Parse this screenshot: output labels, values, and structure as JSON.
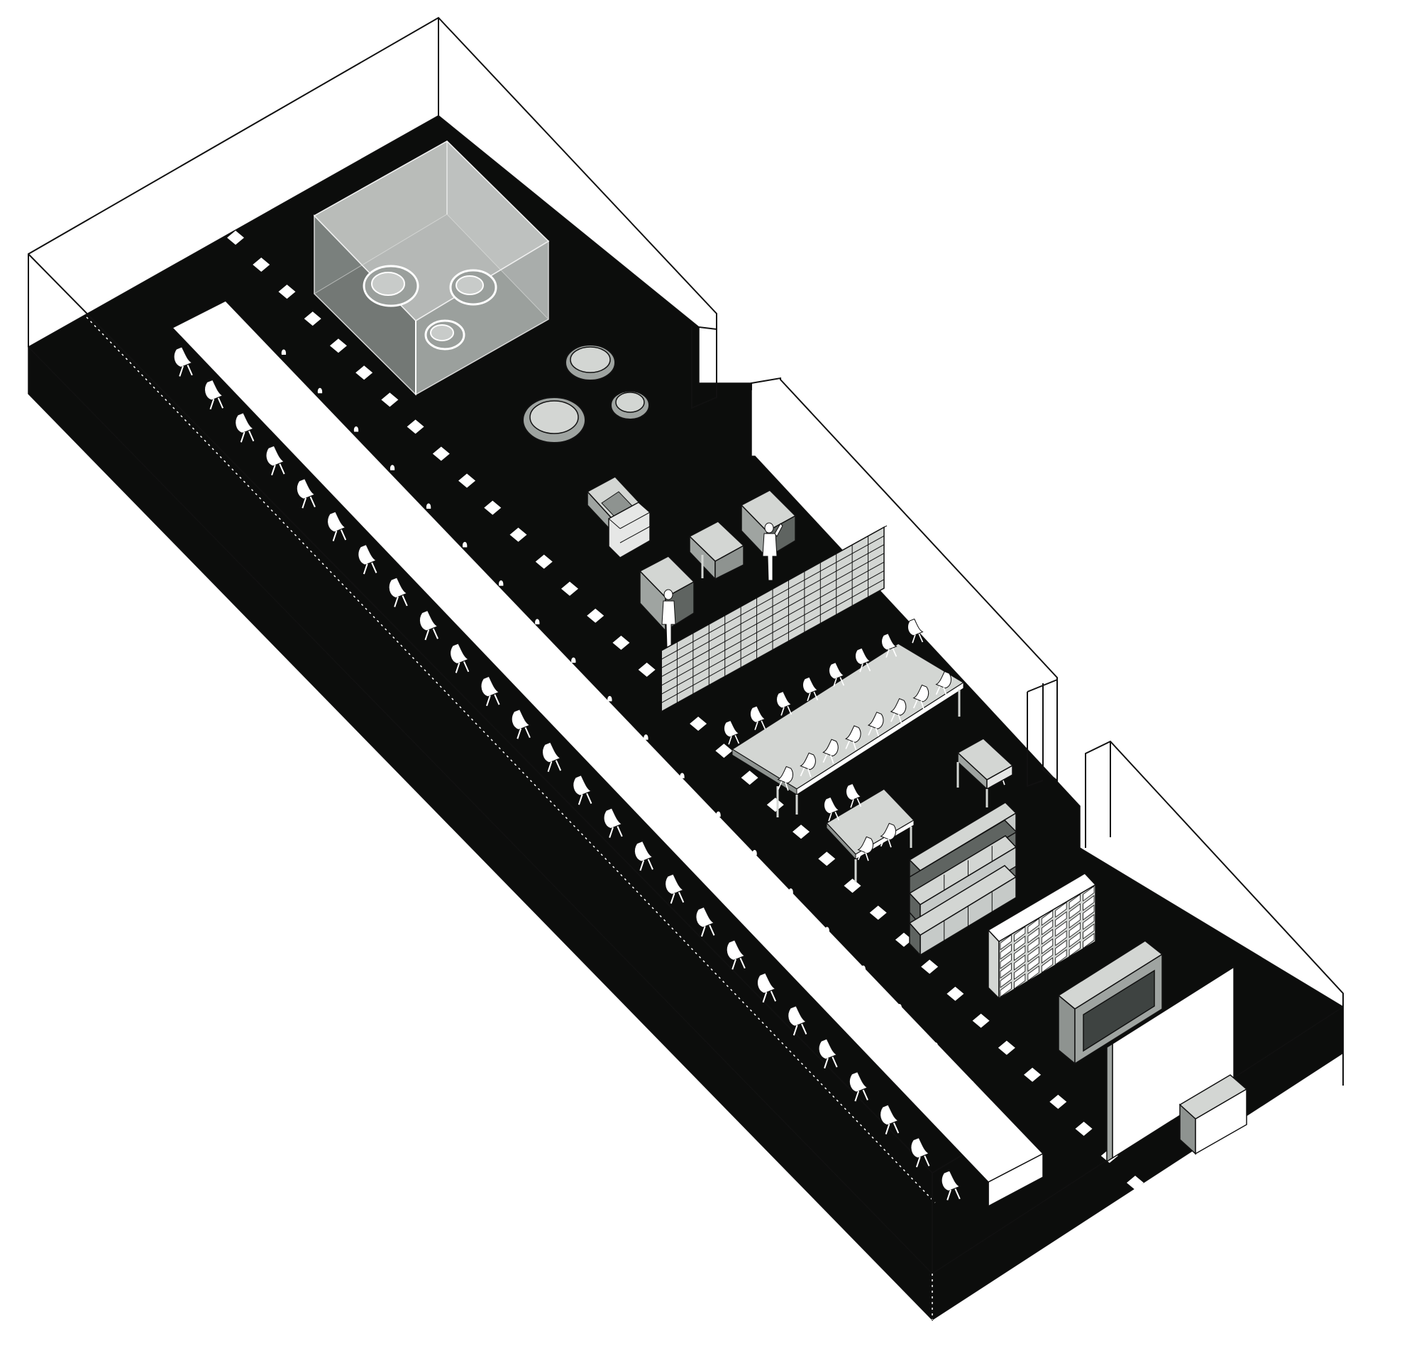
{
  "diagram": {
    "type": "isometric-floor-plan",
    "labels": [],
    "colors": {
      "background": "#ffffff",
      "floor": "#0c0d0c",
      "outline": "#111111",
      "furniture": "#d3d6d3",
      "furniture_shade": "#8e9390",
      "furniture_dark": "#5f6461",
      "glass": "#c6cac8",
      "highlight": "#ffffff"
    },
    "counts": {
      "window_chairs": 26,
      "column_markers": 36,
      "shelf_rows": 7,
      "shelf_cols": 14,
      "meeting_chairs_per_side": 8
    }
  }
}
